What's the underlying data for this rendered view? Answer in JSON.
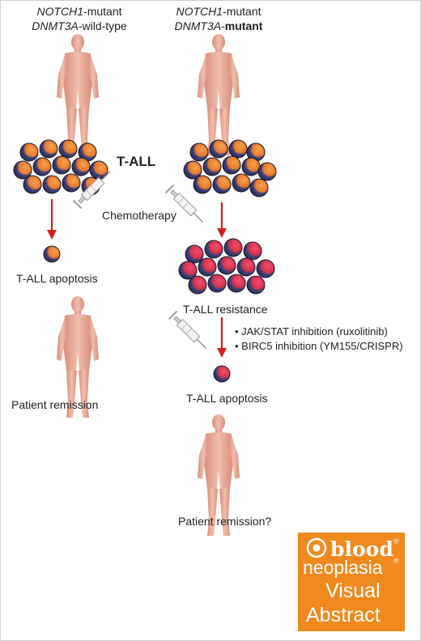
{
  "left_header": {
    "line1_gene": "NOTCH1",
    "line1_suffix": "-mutant",
    "line2_gene": "DNMT3A",
    "line2_suffix": "-wild-type"
  },
  "right_header": {
    "line1_gene": "NOTCH1",
    "line1_suffix": "-mutant",
    "line2_gene": "DNMT3A",
    "line2_dash": "-",
    "line2_suffix": "mutant"
  },
  "center_label": "T-ALL",
  "chemo_label": "Chemotherapy",
  "left_apoptosis": "T-ALL apoptosis",
  "left_remission": "Patient remission",
  "right_resistance": "T-ALL resistance",
  "treatments": [
    "• JAK/STAT inhibition (ruxolitinib)",
    "• BIRC5 inhibition (YM155/CRISPR)"
  ],
  "right_apoptosis": "T-ALL apoptosis",
  "right_remission": "Patient remission?",
  "badge": {
    "line1": "blood",
    "line2": "neoplasia",
    "line3": "Visual",
    "line4": "Abstract",
    "color": "#f08a1d"
  },
  "colors": {
    "arrow": "#d42020",
    "cell_dark": "#3b3f78",
    "cell_orange": "#ea7b2e",
    "cell_red": "#d8324a",
    "skin": "#e5a994"
  }
}
